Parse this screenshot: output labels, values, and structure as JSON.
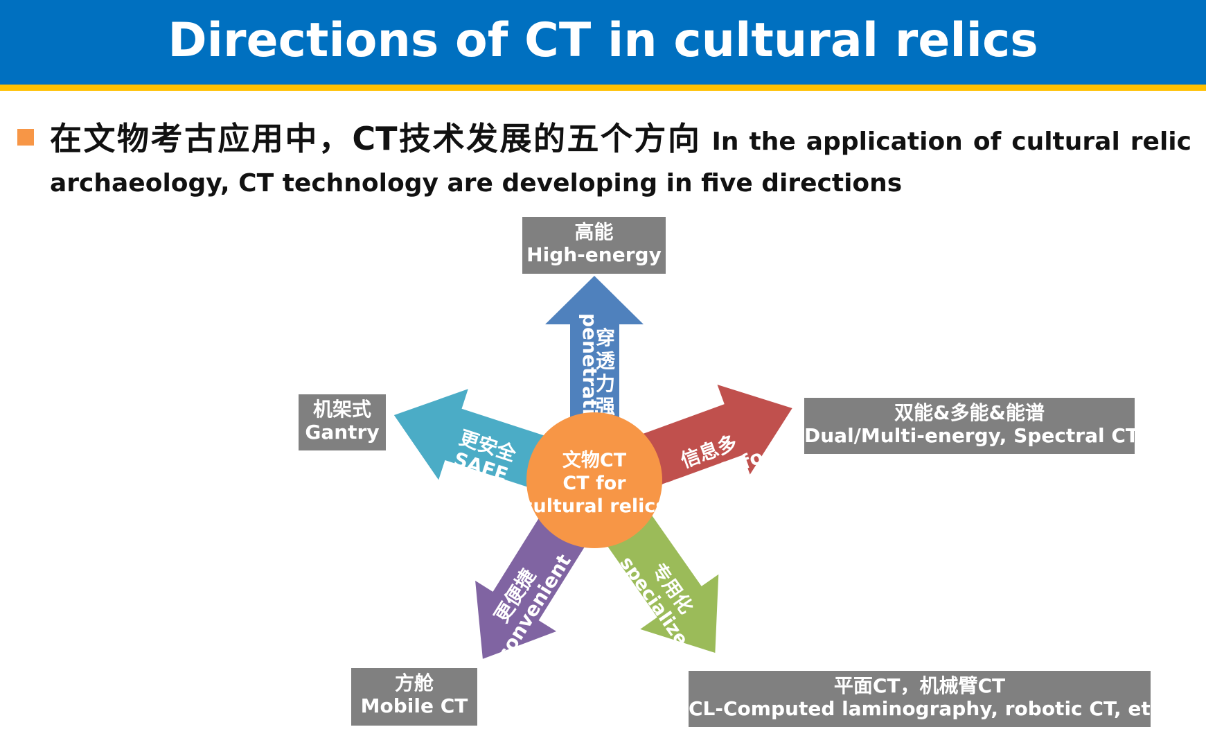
{
  "title": "Directions of CT in cultural relics",
  "subtitle": {
    "zh": "在文物考古应用中，CT技术发展的五个方向",
    "en": "In the application of cultural relic archaeology, CT technology are developing in five directions"
  },
  "center": {
    "zh": "文物CT",
    "en1": "CT for",
    "en2": "cultural relics"
  },
  "arrows": {
    "up": {
      "zh": "穿透力强",
      "en": "penetration"
    },
    "right": {
      "zh": "信息多",
      "en": "More Info."
    },
    "lower_right": {
      "zh": "专用化",
      "en": "specialize"
    },
    "lower_left": {
      "zh": "更便捷",
      "en": "convenient"
    },
    "left": {
      "zh": "更安全",
      "en": "SAFE"
    }
  },
  "boxes": {
    "top": {
      "zh": "高能",
      "en": "High-energy"
    },
    "right": {
      "zh": "双能&多能&能谱",
      "en": "Dual/Multi-energy, Spectral CT"
    },
    "lower_right": {
      "zh": "平面CT，机械臂CT",
      "en": "CL-Computed laminography, robotic CT, etc."
    },
    "lower_left": {
      "zh": "方舱",
      "en": "Mobile CT"
    },
    "left": {
      "zh": "机架式",
      "en": "Gantry"
    }
  },
  "colors": {
    "title_bar": "#0070c0",
    "accent": "#ffc000",
    "bullet": "#f79646",
    "center": "#f79646",
    "arrow_up": "#4f81bd",
    "arrow_right": "#c0504d",
    "arrow_lower_right": "#9bbb59",
    "arrow_lower_left": "#8064a2",
    "arrow_left": "#4bacc6",
    "box": "#808080"
  }
}
